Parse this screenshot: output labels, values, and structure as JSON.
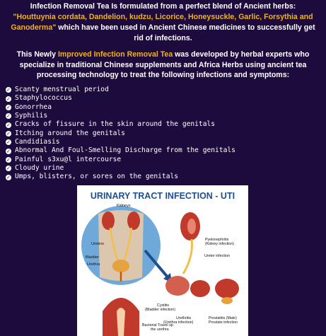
{
  "intro": {
    "line1": "Infection Removal Tea Is formulated from a perfect blend of Ancient herbs:",
    "herbs": "\"Houttuynia cordata, Dandelion, kudzu, Licorice, Honeysuckle, Garlic, Forsythia and Ganoderma\"",
    "rest": " which have been used in Ancient Chinese medicines to successfully get rid of infections."
  },
  "intro2": {
    "pre": "This Newly ",
    "highlight": "Improved Infection Removal Tea",
    "post": " was developed by herbal experts who specialize in traditional Chinese supplements and Africa Herbs using ancient tea processing technology to treat the following infections and symptoms:"
  },
  "symptoms": [
    "Scanty menstrual period",
    "Staphylococcus",
    "Gonorrhea",
    "Syphilis",
    "Cracks of fissure in the skin around the genitals",
    "Itching around the genitals",
    "Candidiasis",
    "Abnormal And Foul-Smelling Discharge from the genitals",
    "Painful s3xu@l intercourse",
    "Cloudy urine",
    "Umps, blisters, or sores on the genitals"
  ],
  "check_icon": "check-circle-icon",
  "diagram": {
    "title": "URINARY TRACT INFECTION - UTI",
    "labels": {
      "kidneys": "Kidneys",
      "ureters": "Ureters",
      "bladder": "Bladder",
      "urethra": "Urethra",
      "pyelo": "Pyelonephritis",
      "pyelo_sub": "(Kidney infection)",
      "ureter_inf": "Ureter infection",
      "cystitis": "Cystitis",
      "cystitis_sub": "(Bladder infection)",
      "urethritis": "Urethritis",
      "urethritis_sub": "(Urethra infection)",
      "prostatitis": "Prostatitis (Male)",
      "prostatitis_sub": "Prostate infection",
      "bacterial": "Bacterial Travel up",
      "bacterial_sub": "the urethra"
    },
    "colors": {
      "title": "#1f4e8c",
      "circle": "#6ea9d9",
      "organ": "#d9534f",
      "tube": "#f0c04a"
    }
  }
}
